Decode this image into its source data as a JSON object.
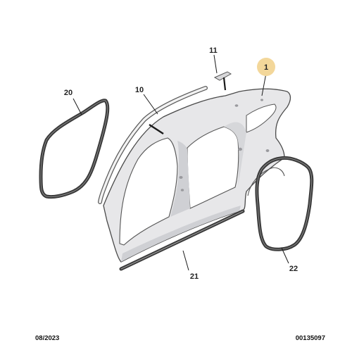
{
  "callouts": {
    "part_1": "1",
    "part_10": "10",
    "part_11": "11",
    "part_20": "20",
    "part_21": "21",
    "part_22": "22"
  },
  "footer": {
    "date": "08/2023",
    "reference": "00135097"
  },
  "colors": {
    "panel_fill": "#e7e7e9",
    "panel_shade": "#cfd0d4",
    "outline": "#4a4a4a",
    "seal": "#3a3a3a",
    "highlight_circle": "#f3d79a",
    "text": "#222222"
  }
}
